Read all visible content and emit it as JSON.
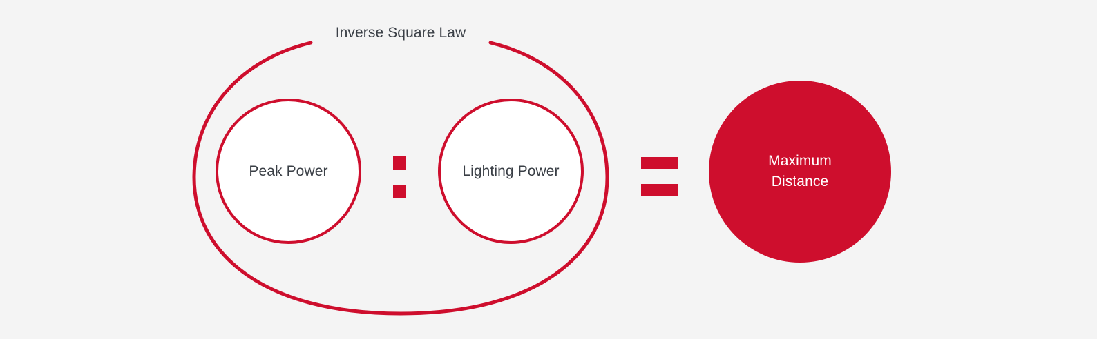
{
  "diagram": {
    "title": "Inverse Square Law",
    "background_color": "#f4f4f4",
    "accent_color": "#ce0e2d",
    "text_color": "#3a3f46",
    "inverse_text_color": "#ffffff",
    "type": "ratio-equation",
    "terms": [
      {
        "id": "peak-power",
        "label": "Peak Power",
        "style": "outline-circle",
        "fill": "#ffffff",
        "stroke": "#ce0e2d"
      },
      {
        "id": "lighting-power",
        "label": "Lighting Power",
        "style": "outline-circle",
        "fill": "#ffffff",
        "stroke": "#ce0e2d"
      },
      {
        "id": "maximum-distance",
        "label": "Maximum\nDistance",
        "style": "filled-circle",
        "fill": "#ce0e2d",
        "stroke": "none"
      }
    ],
    "operators": {
      "ratio": ":",
      "equals": "="
    },
    "grouping": {
      "label": "Inverse Square Law",
      "shape": "open-ellipse",
      "encloses": [
        "peak-power",
        "lighting-power"
      ]
    }
  }
}
